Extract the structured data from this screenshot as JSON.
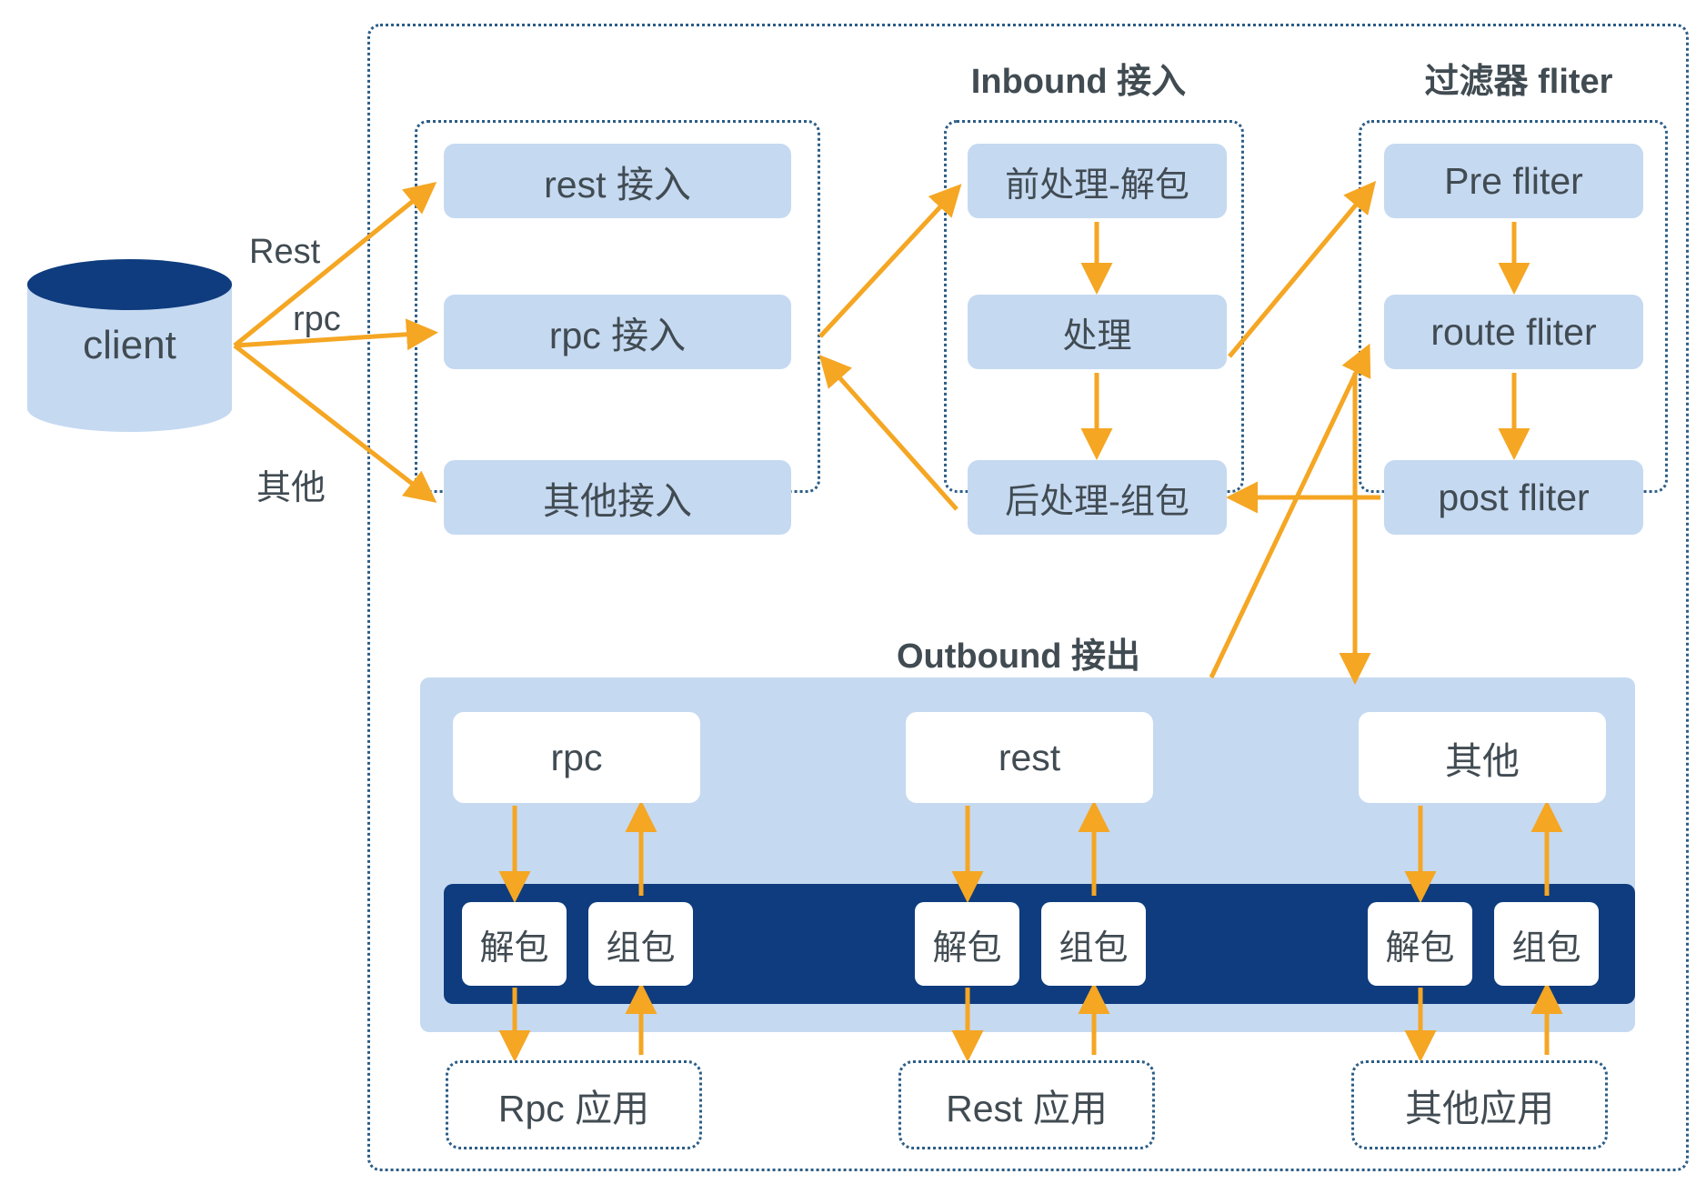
{
  "diagram": {
    "title_visible": false,
    "palette": {
      "box_fill": "#c5d9f1",
      "navy": "#0e3c7e",
      "arrow": "#f5a623",
      "dotted_border": "#2c5d86",
      "text": "#414b52"
    }
  },
  "client": {
    "label": "client"
  },
  "edge_labels": {
    "rest": "Rest",
    "rpc": "rpc",
    "other": "其他"
  },
  "access_group": {
    "items": [
      {
        "label": "rest 接入"
      },
      {
        "label": "rpc 接入"
      },
      {
        "label": "其他接入"
      }
    ]
  },
  "inbound_group": {
    "title": "Inbound 接入",
    "items": [
      {
        "label": "前处理-解包"
      },
      {
        "label": "处理"
      },
      {
        "label": "后处理-组包"
      }
    ]
  },
  "filter_group": {
    "title": "过滤器 fliter",
    "items": [
      {
        "label": "Pre fliter"
      },
      {
        "label": "route fliter"
      },
      {
        "label": "post fliter"
      }
    ]
  },
  "outbound_group": {
    "title": "Outbound 接出",
    "protocols": [
      {
        "label": "rpc"
      },
      {
        "label": "rest"
      },
      {
        "label": "其他"
      }
    ],
    "codec": {
      "decode_label": "解包",
      "encode_label": "组包",
      "pairs": [
        {
          "decode": "解包",
          "encode": "组包"
        },
        {
          "decode": "解包",
          "encode": "组包"
        },
        {
          "decode": "解包",
          "encode": "组包"
        }
      ]
    }
  },
  "applications": [
    {
      "label": "Rpc 应用"
    },
    {
      "label": "Rest 应用"
    },
    {
      "label": "其他应用"
    }
  ]
}
